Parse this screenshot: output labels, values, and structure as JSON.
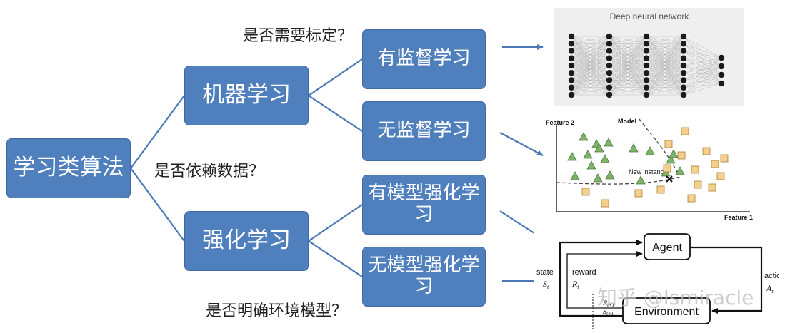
{
  "nodes": {
    "root": "学习类算法",
    "ml": "机器学习",
    "rl": "强化学习",
    "supervised": "有监督学习",
    "unsupervised": "无监督学习",
    "model_based": "有模型强化学习",
    "model_free": "无模型强化学习"
  },
  "questions": {
    "calibration": "是否需要标定？",
    "data_dependency": "是否依赖数据？",
    "env_model": "是否明确环境模型？"
  },
  "dnn_figure": {
    "title": "Deep neural network"
  },
  "cluster_figure": {
    "y_axis": "Feature 2",
    "x_axis": "Feature 1",
    "model_label": "Model",
    "new_instance_label": "New instance"
  },
  "rl_figure": {
    "agent": "Agent",
    "environment": "Environment",
    "state": "state",
    "state_sym": "S",
    "state_sub": "t",
    "reward": "reward",
    "reward_sym": "R",
    "reward_sub": "t",
    "action": "action",
    "action_sym": "A",
    "action_sub": "t",
    "next_reward_sym": "R",
    "next_reward_sub": "t+1",
    "next_state_sym": "S",
    "next_state_sub": "t+1"
  },
  "watermark": "知乎 @lsmiracle",
  "colors": {
    "box_fill": "#4f7fbc",
    "connector": "#4a79b5",
    "triangle": "#7fb26a",
    "square": "#f5d08c"
  }
}
